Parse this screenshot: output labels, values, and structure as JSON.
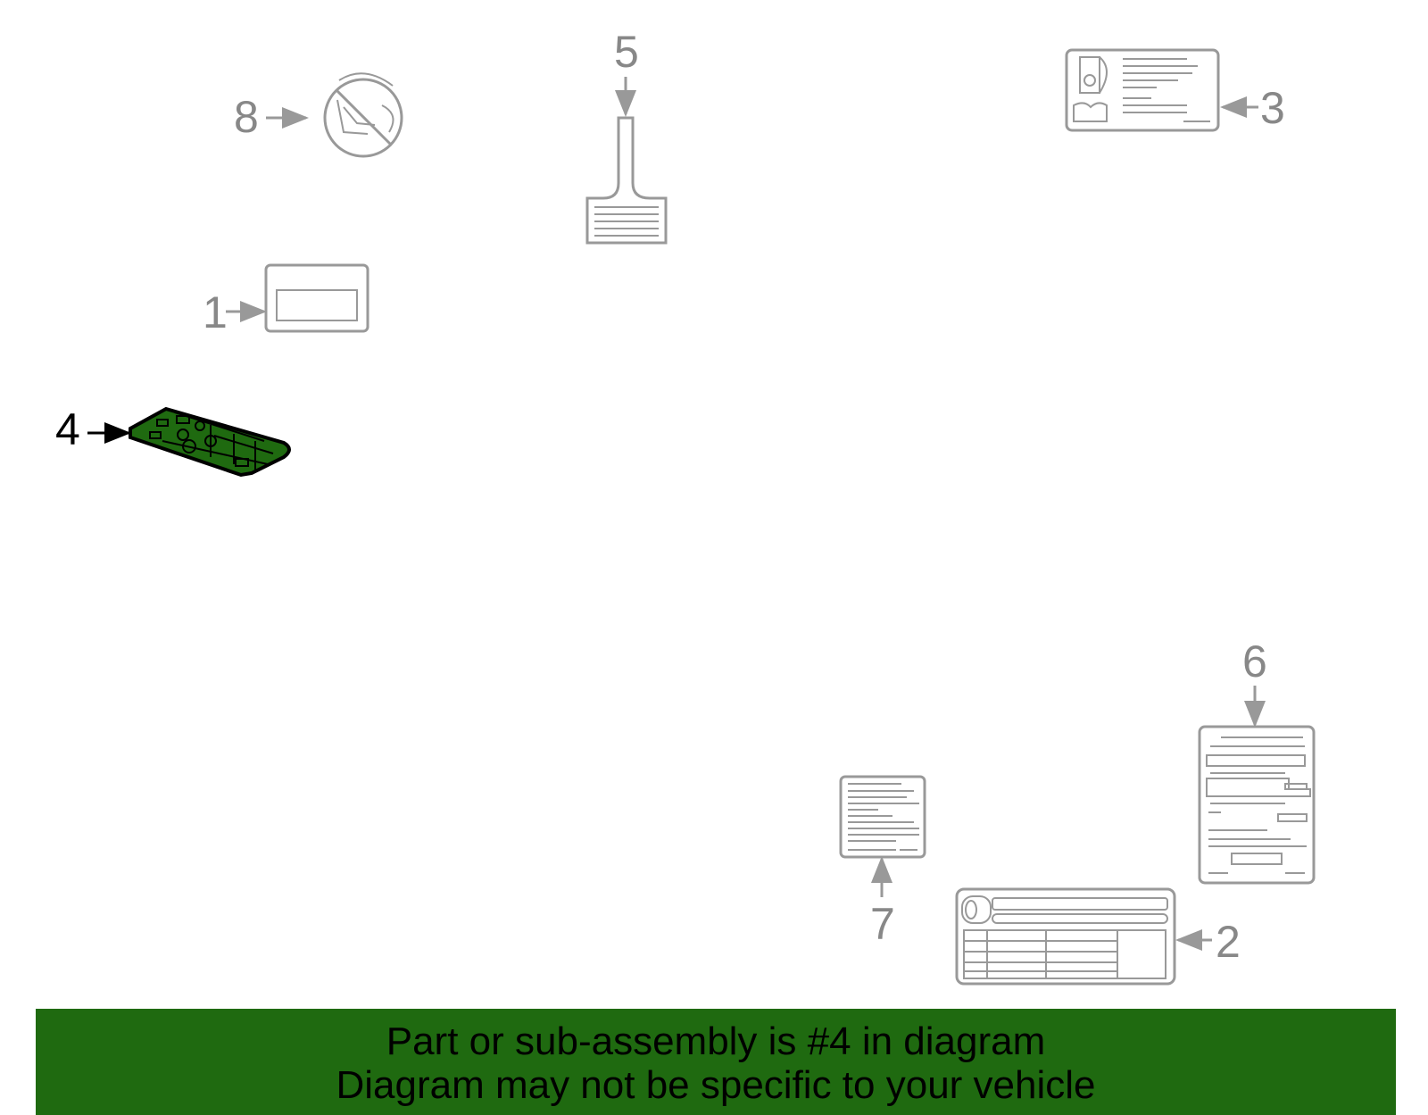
{
  "callouts": [
    "1",
    "2",
    "3",
    "4",
    "5",
    "6",
    "7",
    "8"
  ],
  "highlighted_part": "4",
  "colors": {
    "highlight_fill": "#1f6a10",
    "callout_gray": "#888888",
    "banner_bg": "#1f6a10"
  },
  "banner": {
    "line1": "Part or sub-assembly is #4 in diagram",
    "line2": "Diagram may not be specific to your vehicle"
  }
}
